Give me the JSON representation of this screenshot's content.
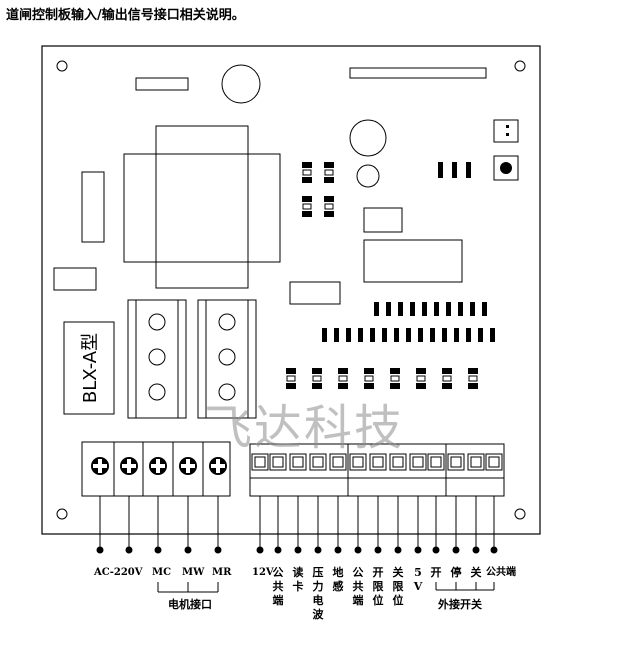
{
  "page_title": "道闸控制板输入/输出信号接口相关说明。",
  "board_model": "BLX-A型",
  "watermark": "飞达科技",
  "motor_terminals": [
    {
      "label": "AC-220V"
    },
    {
      "label": "MC"
    },
    {
      "label": "MW"
    },
    {
      "label": "MR"
    }
  ],
  "motor_group_label": "电机接口",
  "signal_terminals": [
    {
      "label": "12V"
    },
    {
      "label": "公共端"
    },
    {
      "label": "读卡"
    },
    {
      "label": "压力电波"
    },
    {
      "label": "地感"
    },
    {
      "label": "公共端"
    },
    {
      "label": "开限位"
    },
    {
      "label": "关限位"
    },
    {
      "label": "5V"
    },
    {
      "label": "开"
    },
    {
      "label": "停"
    },
    {
      "label": "关"
    },
    {
      "label": "公共端"
    }
  ],
  "external_switch_label": "外接开关"
}
